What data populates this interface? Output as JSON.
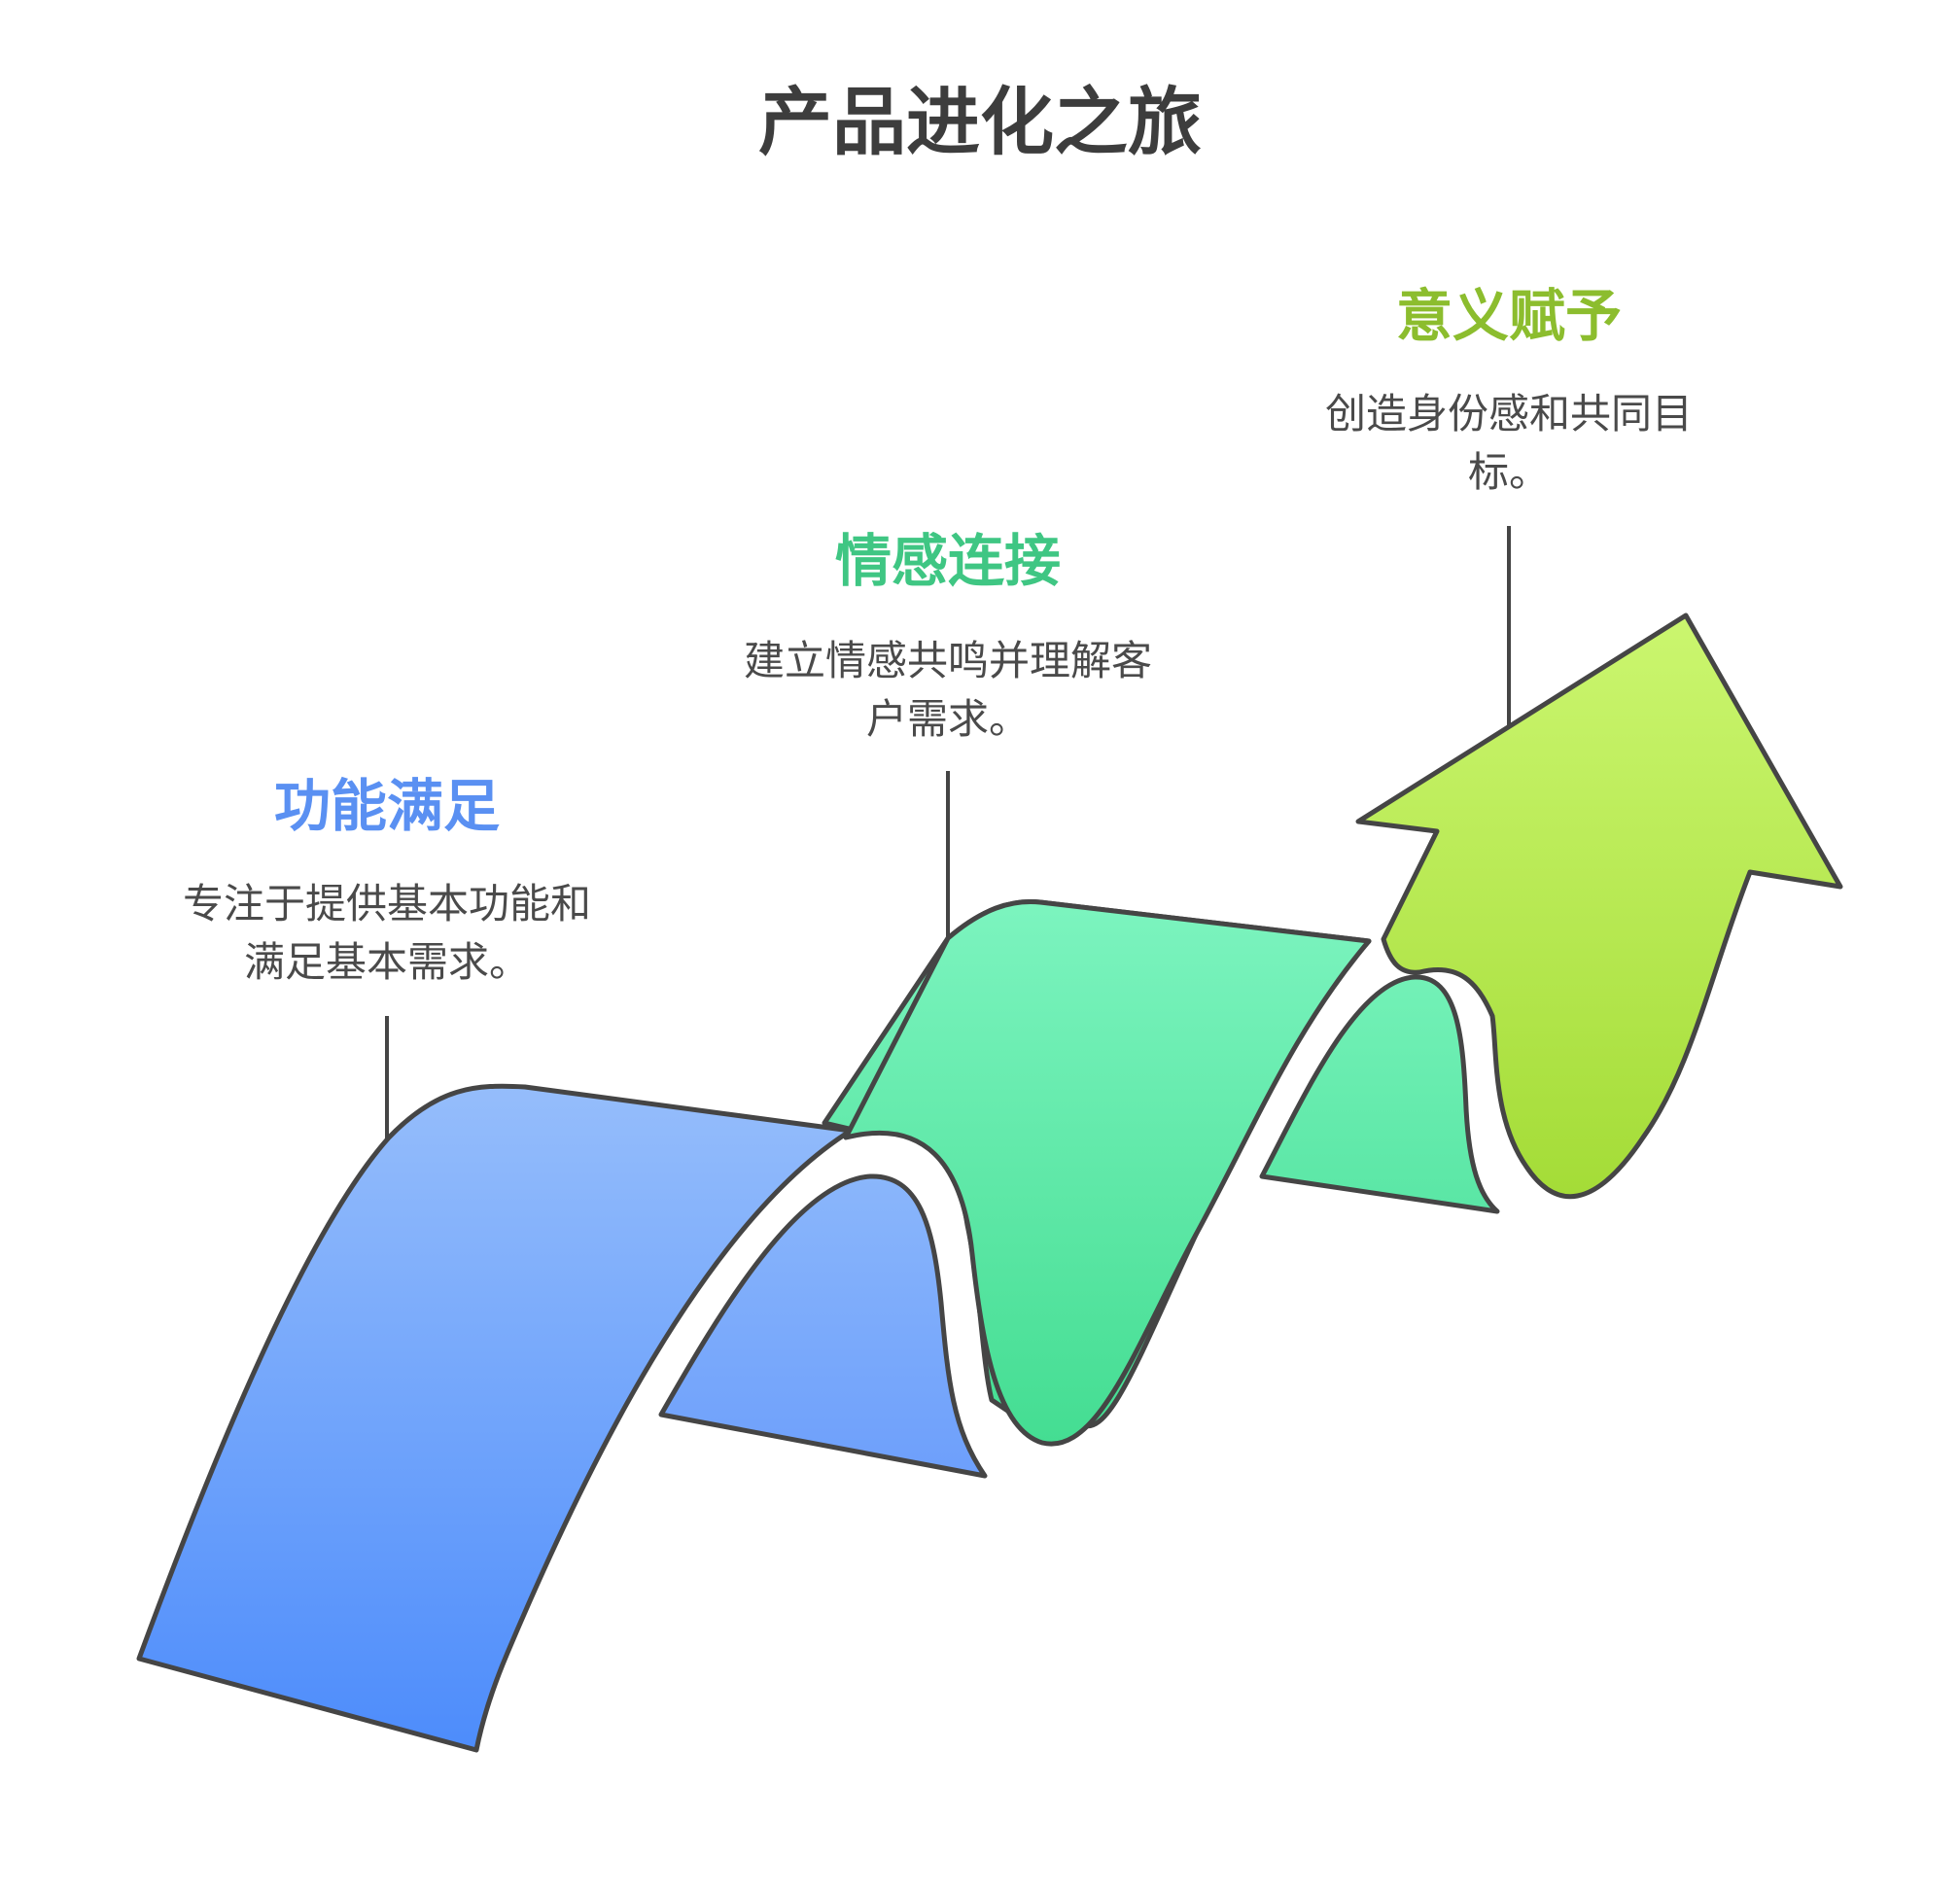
{
  "title": "产品进化之旅",
  "colors": {
    "blue": "#5a90f2",
    "green": "#3fc683",
    "lime": "#8cbd2e",
    "text": "#4a4a4a",
    "outline": "#454545"
  },
  "steps": [
    {
      "heading": "功能满足",
      "description_lines": [
        "专注于提供基本功能和",
        "满足基本需求。"
      ],
      "color": "#5a90f2"
    },
    {
      "heading": "情感连接",
      "description_lines": [
        "建立情感共鸣并理解客",
        "户需求。"
      ],
      "color": "#3fc683"
    },
    {
      "heading": "意义赋予",
      "description_lines": [
        "创造身份感和共同目",
        "标。"
      ],
      "color": "#8cbd2e"
    }
  ]
}
